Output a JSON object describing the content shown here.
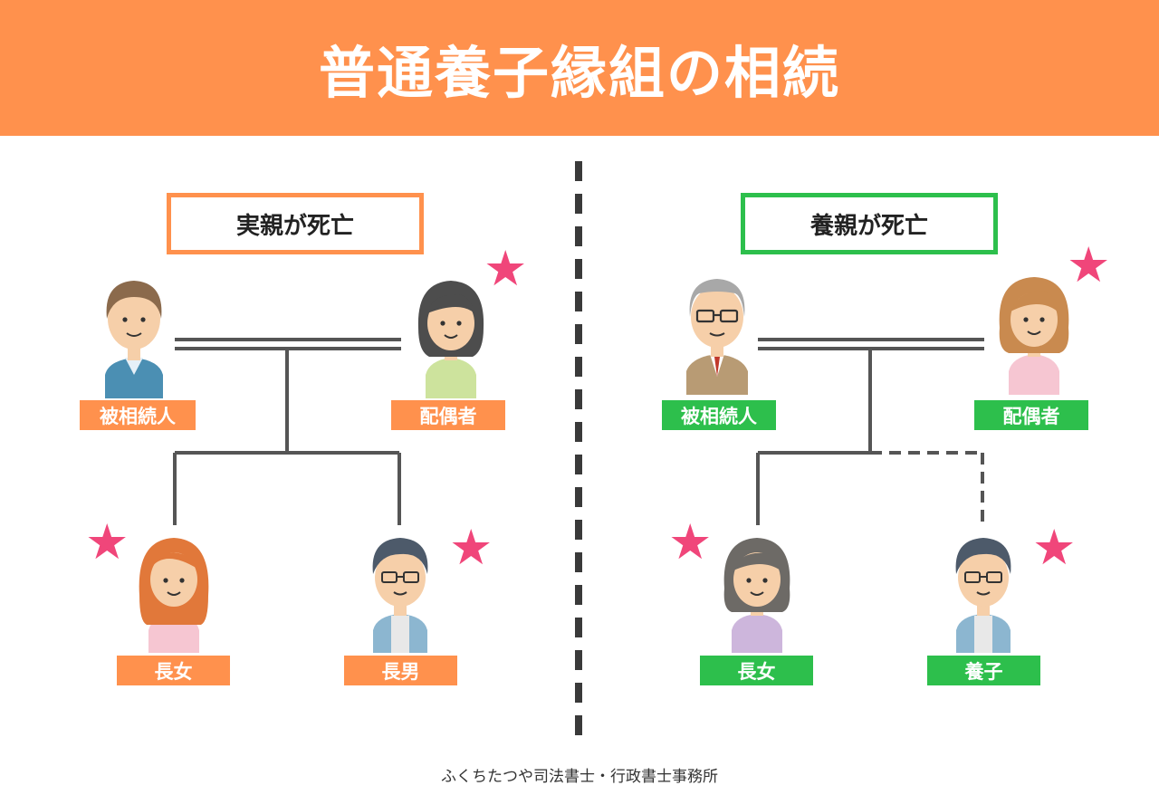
{
  "title": "普通養子縁組の相続",
  "left": {
    "case_label": "実親が死亡",
    "labels": {
      "decedent": "被相続人",
      "spouse": "配偶者",
      "daughter": "長女",
      "son": "長男"
    }
  },
  "right": {
    "case_label": "養親が死亡",
    "labels": {
      "decedent": "被相続人",
      "spouse": "配偶者",
      "daughter": "長女",
      "adopted": "養子"
    }
  },
  "footer": "ふくちたつや司法書士・行政書士事務所",
  "colors": {
    "header": "#ff914d",
    "left_accent": "#ff914d",
    "right_accent": "#2dbf4c",
    "star": "#f0467a",
    "line": "#555555"
  },
  "icons": {
    "heir_marker": "star-icon"
  }
}
